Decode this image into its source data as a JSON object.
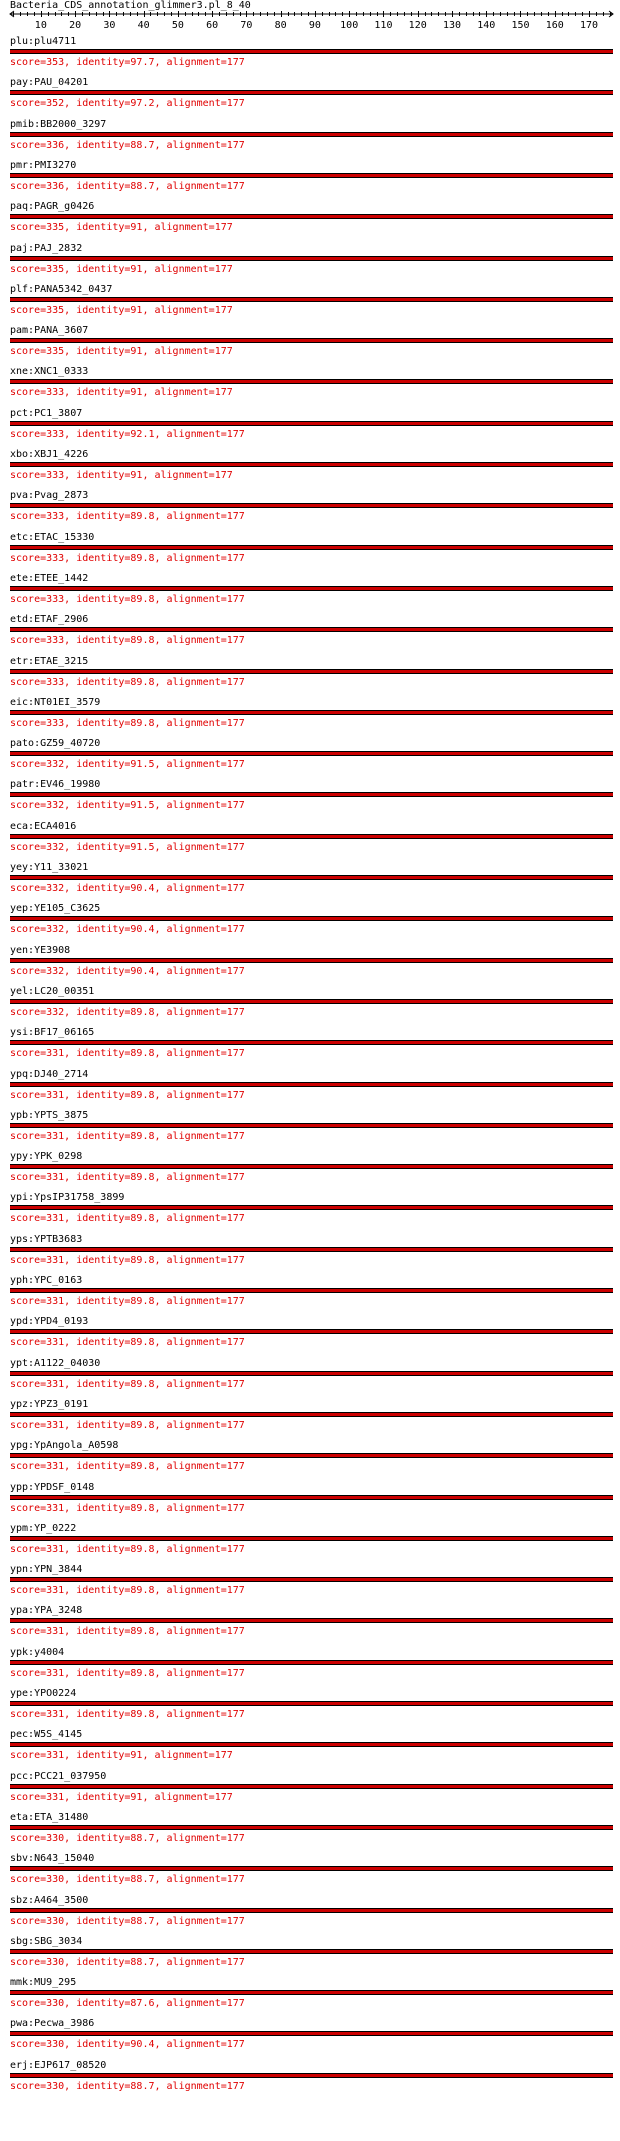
{
  "title": "Bacteria_CDS_annotation_glimmer3.pl_8_40",
  "ruler": {
    "min": 1,
    "max": 177,
    "tick_labels": [
      "10",
      "20",
      "30",
      "40",
      "50",
      "60",
      "70",
      "80",
      "90",
      "100",
      "110",
      "120",
      "130",
      "140",
      "150",
      "160",
      "170"
    ]
  },
  "colors": {
    "bar": "#cc0000",
    "score_text": "#e00000",
    "name_text": "#000000"
  },
  "hits": [
    {
      "name": "plu:plu4711",
      "score": "score=353, identity=97.7, alignment=177"
    },
    {
      "name": "pay:PAU_04201",
      "score": "score=352, identity=97.2, alignment=177"
    },
    {
      "name": "pmib:BB2000_3297",
      "score": "score=336, identity=88.7, alignment=177"
    },
    {
      "name": "pmr:PMI3270",
      "score": "score=336, identity=88.7, alignment=177"
    },
    {
      "name": "paq:PAGR_g0426",
      "score": "score=335, identity=91, alignment=177"
    },
    {
      "name": "paj:PAJ_2832",
      "score": "score=335, identity=91, alignment=177"
    },
    {
      "name": "plf:PANA5342_0437",
      "score": "score=335, identity=91, alignment=177"
    },
    {
      "name": "pam:PANA_3607",
      "score": "score=335, identity=91, alignment=177"
    },
    {
      "name": "xne:XNC1_0333",
      "score": "score=333, identity=91, alignment=177"
    },
    {
      "name": "pct:PC1_3807",
      "score": "score=333, identity=92.1, alignment=177"
    },
    {
      "name": "xbo:XBJ1_4226",
      "score": "score=333, identity=91, alignment=177"
    },
    {
      "name": "pva:Pvag_2873",
      "score": "score=333, identity=89.8, alignment=177"
    },
    {
      "name": "etc:ETAC_15330",
      "score": "score=333, identity=89.8, alignment=177"
    },
    {
      "name": "ete:ETEE_1442",
      "score": "score=333, identity=89.8, alignment=177"
    },
    {
      "name": "etd:ETAF_2906",
      "score": "score=333, identity=89.8, alignment=177"
    },
    {
      "name": "etr:ETAE_3215",
      "score": "score=333, identity=89.8, alignment=177"
    },
    {
      "name": "eic:NT01EI_3579",
      "score": "score=333, identity=89.8, alignment=177"
    },
    {
      "name": "pato:GZ59_40720",
      "score": "score=332, identity=91.5, alignment=177"
    },
    {
      "name": "patr:EV46_19980",
      "score": "score=332, identity=91.5, alignment=177"
    },
    {
      "name": "eca:ECA4016",
      "score": "score=332, identity=91.5, alignment=177"
    },
    {
      "name": "yey:Y11_33021",
      "score": "score=332, identity=90.4, alignment=177"
    },
    {
      "name": "yep:YE105_C3625",
      "score": "score=332, identity=90.4, alignment=177"
    },
    {
      "name": "yen:YE3908",
      "score": "score=332, identity=90.4, alignment=177"
    },
    {
      "name": "yel:LC20_00351",
      "score": "score=332, identity=89.8, alignment=177"
    },
    {
      "name": "ysi:BF17_06165",
      "score": "score=331, identity=89.8, alignment=177"
    },
    {
      "name": "ypq:DJ40_2714",
      "score": "score=331, identity=89.8, alignment=177"
    },
    {
      "name": "ypb:YPTS_3875",
      "score": "score=331, identity=89.8, alignment=177"
    },
    {
      "name": "ypy:YPK_0298",
      "score": "score=331, identity=89.8, alignment=177"
    },
    {
      "name": "ypi:YpsIP31758_3899",
      "score": "score=331, identity=89.8, alignment=177"
    },
    {
      "name": "yps:YPTB3683",
      "score": "score=331, identity=89.8, alignment=177"
    },
    {
      "name": "yph:YPC_0163",
      "score": "score=331, identity=89.8, alignment=177"
    },
    {
      "name": "ypd:YPD4_0193",
      "score": "score=331, identity=89.8, alignment=177"
    },
    {
      "name": "ypt:A1122_04030",
      "score": "score=331, identity=89.8, alignment=177"
    },
    {
      "name": "ypz:YPZ3_0191",
      "score": "score=331, identity=89.8, alignment=177"
    },
    {
      "name": "ypg:YpAngola_A0598",
      "score": "score=331, identity=89.8, alignment=177"
    },
    {
      "name": "ypp:YPDSF_0148",
      "score": "score=331, identity=89.8, alignment=177"
    },
    {
      "name": "ypm:YP_0222",
      "score": "score=331, identity=89.8, alignment=177"
    },
    {
      "name": "ypn:YPN_3844",
      "score": "score=331, identity=89.8, alignment=177"
    },
    {
      "name": "ypa:YPA_3248",
      "score": "score=331, identity=89.8, alignment=177"
    },
    {
      "name": "ypk:y4004",
      "score": "score=331, identity=89.8, alignment=177"
    },
    {
      "name": "ype:YPO0224",
      "score": "score=331, identity=89.8, alignment=177"
    },
    {
      "name": "pec:W5S_4145",
      "score": "score=331, identity=91, alignment=177"
    },
    {
      "name": "pcc:PCC21_037950",
      "score": "score=331, identity=91, alignment=177"
    },
    {
      "name": "eta:ETA_31480",
      "score": "score=330, identity=88.7, alignment=177"
    },
    {
      "name": "sbv:N643_15040",
      "score": "score=330, identity=88.7, alignment=177"
    },
    {
      "name": "sbz:A464_3500",
      "score": "score=330, identity=88.7, alignment=177"
    },
    {
      "name": "sbg:SBG_3034",
      "score": "score=330, identity=88.7, alignment=177"
    },
    {
      "name": "mmk:MU9_295",
      "score": "score=330, identity=87.6, alignment=177"
    },
    {
      "name": "pwa:Pecwa_3986",
      "score": "score=330, identity=90.4, alignment=177"
    },
    {
      "name": "erj:EJP617_08520",
      "score": "score=330, identity=88.7, alignment=177"
    }
  ]
}
